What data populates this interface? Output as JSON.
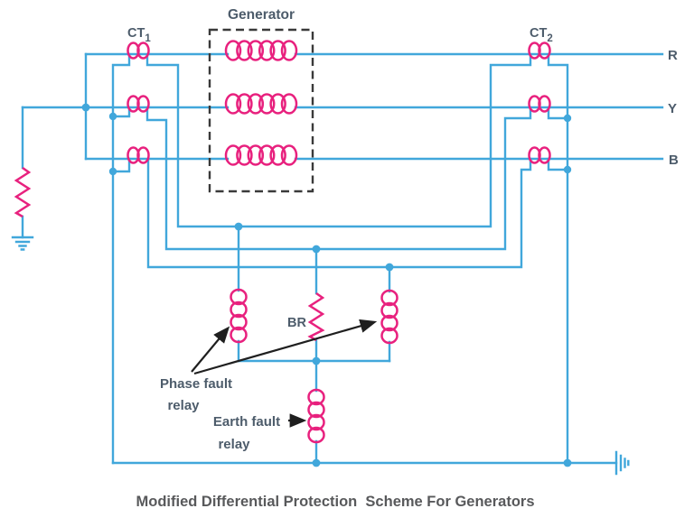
{
  "title_caption": "Modified Differential Protection  Scheme For Generators",
  "colors": {
    "wire": "#41a7db",
    "coil": "#e8217e",
    "text": "#4d5c6b",
    "caption": "#58595b",
    "dash": "#3a3a3a",
    "arrow": "#1f1f1f",
    "bg": "#ffffff"
  },
  "labels": {
    "generator": "Generator",
    "ct1_base": "CT",
    "ct1_sub": "1",
    "ct2_base": "CT",
    "ct2_sub": "2",
    "phase_r": "R",
    "phase_y": "Y",
    "phase_b": "B",
    "balancing_resistor": "BR",
    "phase_fault_line1": "Phase fault",
    "phase_fault_line2": "relay",
    "earth_fault_line1": "Earth fault",
    "earth_fault_line2": "relay"
  }
}
